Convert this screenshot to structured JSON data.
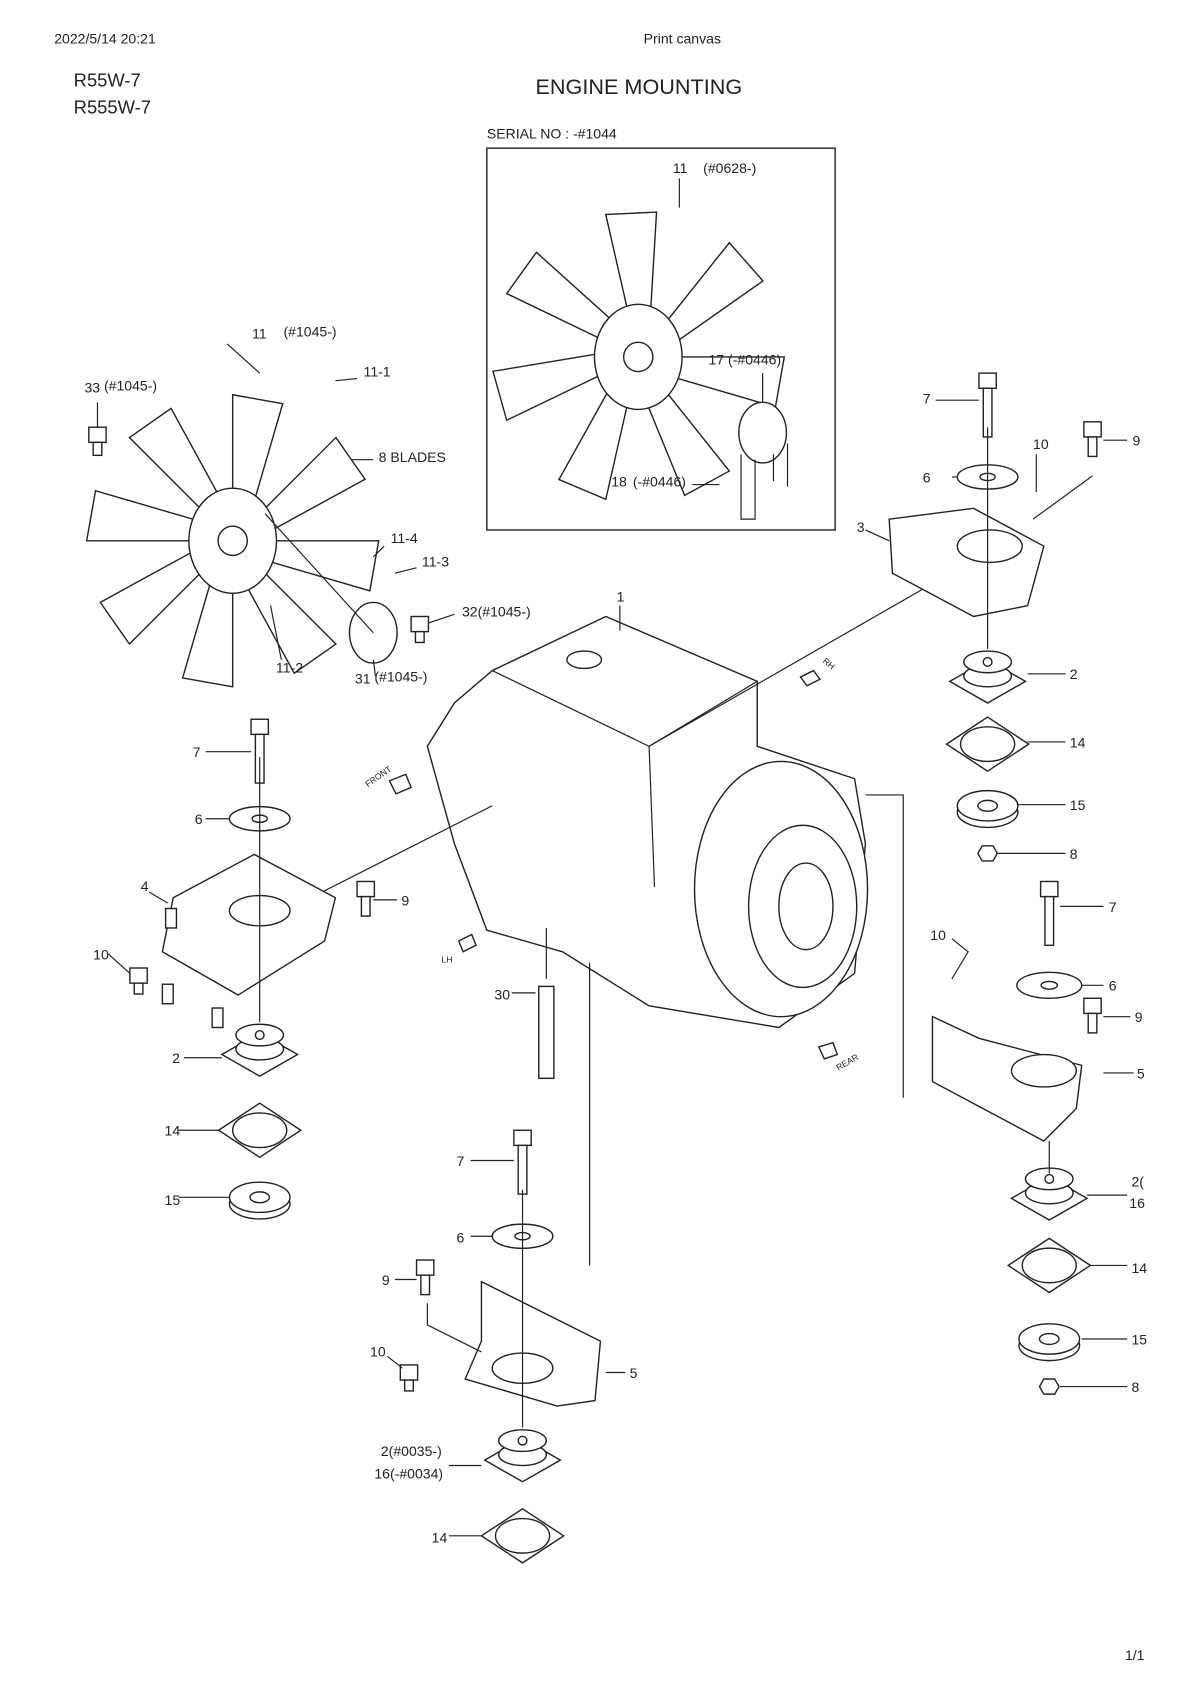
{
  "header": {
    "timestamp": "2022/5/14 20:21",
    "page_title": "Print canvas",
    "page_number": "1/1"
  },
  "models": [
    "R55W-7",
    "R555W-7"
  ],
  "title": "ENGINE MOUNTING",
  "inset": {
    "serial": "SERIAL NO : -#1044",
    "labels": [
      "11",
      "(#0628-)",
      "17",
      "(-#0446)",
      "18",
      "(-#0446)"
    ]
  },
  "fan": {
    "labels": [
      "11",
      "(#1045-)",
      "33",
      "(#1045-)",
      "11-1",
      "8 BLADES",
      "11-4",
      "11-3",
      "32(#1045-)",
      "31",
      "(#1045-)",
      "11-2"
    ]
  },
  "engine": {
    "labels": [
      "1",
      "30"
    ],
    "directions": [
      "RH",
      "FRONT",
      "LH",
      "REAR"
    ]
  },
  "right_top_mount": {
    "labels": [
      "7",
      "10",
      "9",
      "6",
      "3",
      "2",
      "14",
      "15",
      "8"
    ]
  },
  "right_bottom_mount": {
    "labels": [
      "7",
      "10",
      "6",
      "9",
      "5",
      "2(",
      "16",
      "14",
      "15",
      "8"
    ]
  },
  "left_mount": {
    "labels": [
      "7",
      "6",
      "4",
      "9",
      "10",
      "2",
      "14",
      "15"
    ]
  },
  "bottom_mount": {
    "labels": [
      "7",
      "6",
      "9",
      "10",
      "5",
      "2(#0035-)",
      "16(-#0034)",
      "14"
    ]
  }
}
